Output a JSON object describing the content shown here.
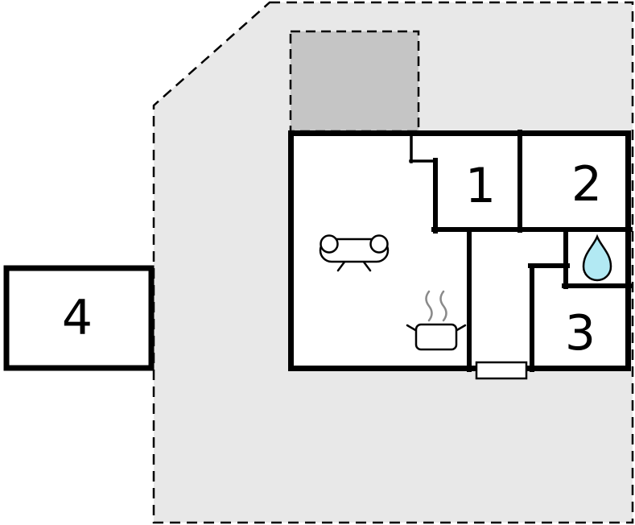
{
  "page": {
    "type": "holiday-home-floor-plan"
  },
  "rooms": {
    "room1": {
      "label": "1"
    },
    "room2": {
      "label": "2"
    },
    "room3": {
      "label": "3"
    },
    "room4": {
      "label": "4"
    }
  },
  "icons": {
    "sofa": "sofa-icon",
    "stove": "stove-pot-icon",
    "steam": "steam-icon",
    "water_drop": "water-drop-icon",
    "door": "entrance-door"
  },
  "colors": {
    "plot_fill": "#e8e8e8",
    "terrace_fill": "#c5c5c5",
    "wall": "#000000",
    "room_fill": "#ffffff",
    "water_drop_fill": "#b2e9f3",
    "steam_stroke": "#8a8a8a"
  }
}
